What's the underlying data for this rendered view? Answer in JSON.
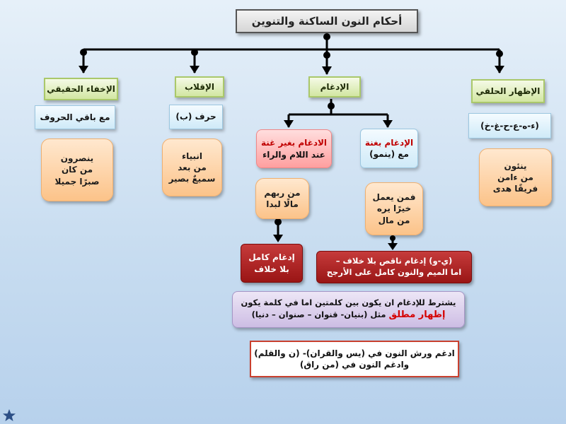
{
  "title": "أحكام النون الساكنة والتنوين",
  "branches": {
    "izhar": {
      "heading": "الإظهار الحلقي",
      "letters": "(ء-ه-ع-ح-غ-خ)",
      "examples": [
        "ينئون",
        "من ءامن",
        "فريقًا هدى"
      ]
    },
    "idgham": {
      "heading": "الإدغام"
    },
    "iqlab": {
      "heading": "الإقلاب",
      "letters": "حرف (ب)",
      "examples": [
        "انبياء",
        "من بعد",
        "سميعٌ بصير"
      ]
    },
    "ikhfa": {
      "heading": "الإخفاء الحقيقي",
      "letters": "مع باقي الحروف",
      "examples": [
        "ينصرون",
        "من كان",
        "صبرًا جميلا"
      ]
    }
  },
  "idgham_bighunna": {
    "heading": "الإدغام بغنة",
    "letters": "مع (ينمو)",
    "examples": [
      "فمن يعمل",
      "خيرًا يره",
      "من مال"
    ],
    "note": [
      "(ي-و) إدغام ناقص بلا خلاف –",
      "اما الميم والنون كامل على الأرجح"
    ]
  },
  "idgham_bighayr_ghunna": {
    "heading": "الادغام بغير غنة",
    "letters": "عند اللام والراء",
    "examples": [
      "من ربهم",
      "مالًا لبدا"
    ],
    "note": [
      "إدغام كامل",
      "بلا خلاف"
    ]
  },
  "condition": {
    "line1": "يشترط للإدغام ان يكون بين كلمتين اما في كلمة يكون",
    "emphasis": "إظهار مطلق",
    "rest": "مثل (بنيان- قنوان – صنوان – دنيا)"
  },
  "warsh": {
    "line1": "ادغم ورش النون في (يس والقران)- (ن والقلم)",
    "line2": "وادغم النون في (من راق)"
  },
  "colors": {
    "connector": "#000000",
    "heading_green": "#d2e6a2",
    "red_heading": "#ff9f9f",
    "example_peach": "#fcc389",
    "note_dark_red": "#9a1515",
    "condition_purple": "#cdbde4",
    "emphasis_red": "#d50000",
    "star": "#2c4f86"
  },
  "icons": {
    "corner": "star-icon"
  }
}
